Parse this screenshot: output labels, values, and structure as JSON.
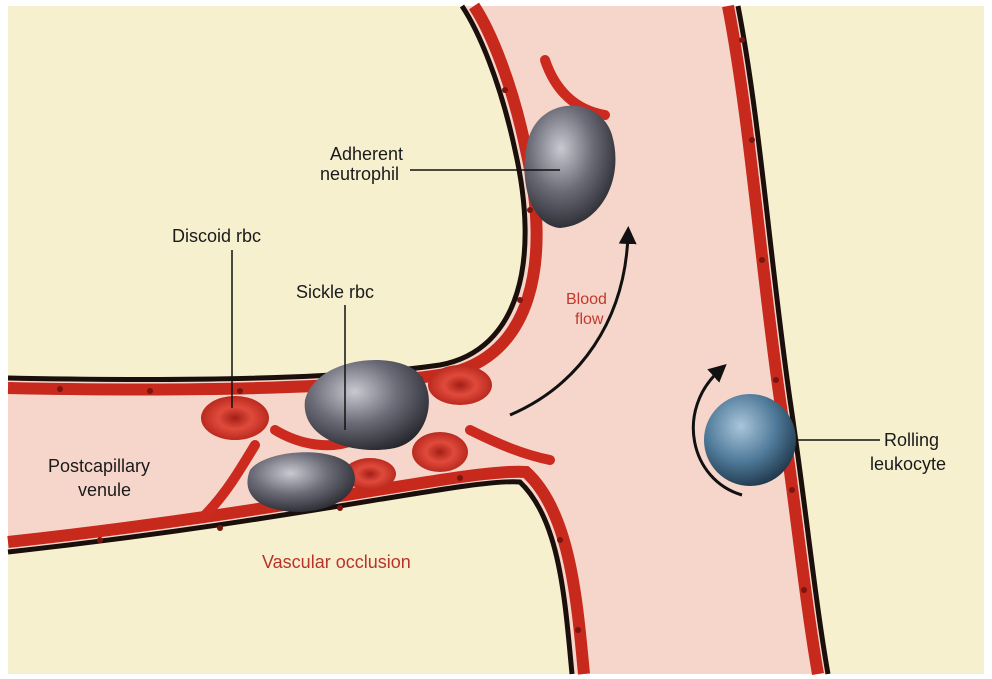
{
  "labels": {
    "adherent_line1": "Adherent",
    "adherent_line2": "neutrophil",
    "discoid": "Discoid rbc",
    "sickle": "Sickle rbc",
    "blood_flow_line1": "Blood",
    "blood_flow_line2": "flow",
    "postcap_line1": "Postcapillary",
    "postcap_line2": "venule",
    "vascular_occlusion": "Vascular occlusion",
    "rolling_line1": "Rolling",
    "rolling_line2": "leukocyte"
  },
  "colors": {
    "tissue": "#f6f0cf",
    "lumen": "#f6d6cb",
    "endothelium": "#c8291d",
    "vessel_wall": "#1b0f0c",
    "rbc": "#cc2a1e",
    "neutrophil": "#5a5a66",
    "leukocyte": "#4f7a99"
  }
}
